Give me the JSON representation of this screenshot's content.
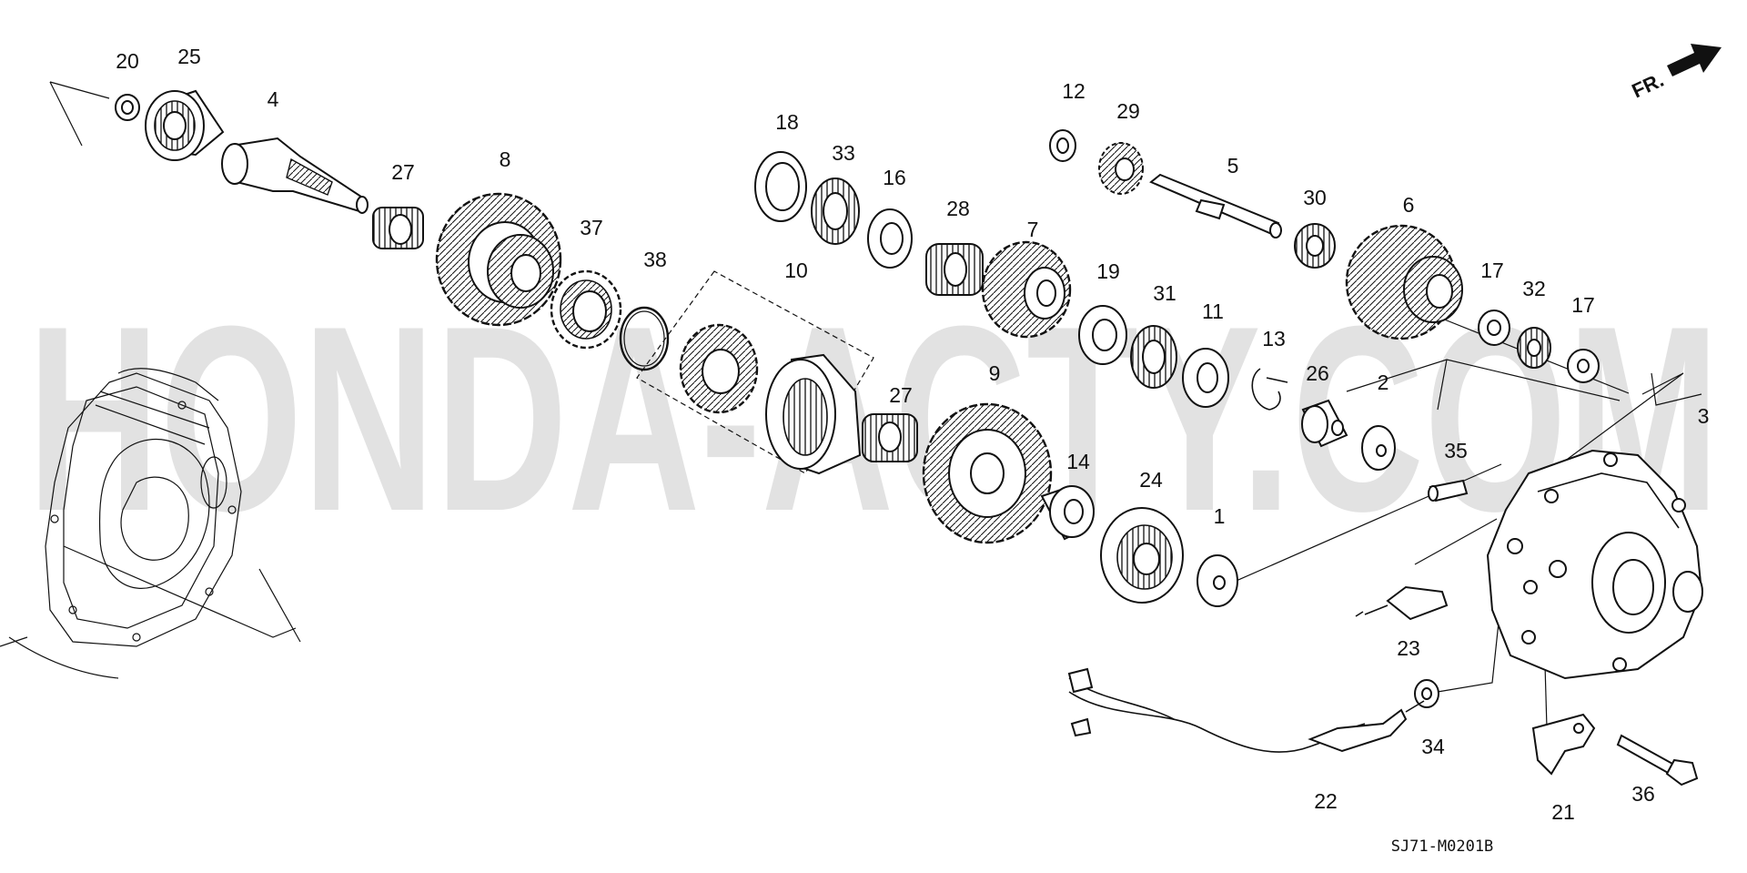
{
  "watermark": "HONDA-ACTY.COM",
  "diagram_code": "SJ71-M0201B",
  "direction_marker": "FR.",
  "callouts": [
    {
      "id": "c20",
      "label": "20"
    },
    {
      "id": "c25",
      "label": "25"
    },
    {
      "id": "c4",
      "label": "4"
    },
    {
      "id": "c27a",
      "label": "27"
    },
    {
      "id": "c8",
      "label": "8"
    },
    {
      "id": "c37",
      "label": "37"
    },
    {
      "id": "c38",
      "label": "38"
    },
    {
      "id": "c10",
      "label": "10"
    },
    {
      "id": "c18",
      "label": "18"
    },
    {
      "id": "c33",
      "label": "33"
    },
    {
      "id": "c16",
      "label": "16"
    },
    {
      "id": "c28",
      "label": "28"
    },
    {
      "id": "c7",
      "label": "7"
    },
    {
      "id": "c27b",
      "label": "27"
    },
    {
      "id": "c9",
      "label": "9"
    },
    {
      "id": "c12",
      "label": "12"
    },
    {
      "id": "c29",
      "label": "29"
    },
    {
      "id": "c5",
      "label": "5"
    },
    {
      "id": "c30",
      "label": "30"
    },
    {
      "id": "c6",
      "label": "6"
    },
    {
      "id": "c19",
      "label": "19"
    },
    {
      "id": "c31",
      "label": "31"
    },
    {
      "id": "c11",
      "label": "11"
    },
    {
      "id": "c13",
      "label": "13"
    },
    {
      "id": "c26",
      "label": "26"
    },
    {
      "id": "c2",
      "label": "2"
    },
    {
      "id": "c17a",
      "label": "17"
    },
    {
      "id": "c32",
      "label": "32"
    },
    {
      "id": "c17b",
      "label": "17"
    },
    {
      "id": "c3",
      "label": "3"
    },
    {
      "id": "c14",
      "label": "14"
    },
    {
      "id": "c24",
      "label": "24"
    },
    {
      "id": "c1",
      "label": "1"
    },
    {
      "id": "c35",
      "label": "35"
    },
    {
      "id": "c23",
      "label": "23"
    },
    {
      "id": "c34",
      "label": "34"
    },
    {
      "id": "c22",
      "label": "22"
    },
    {
      "id": "c21",
      "label": "21"
    },
    {
      "id": "c36",
      "label": "36"
    }
  ]
}
